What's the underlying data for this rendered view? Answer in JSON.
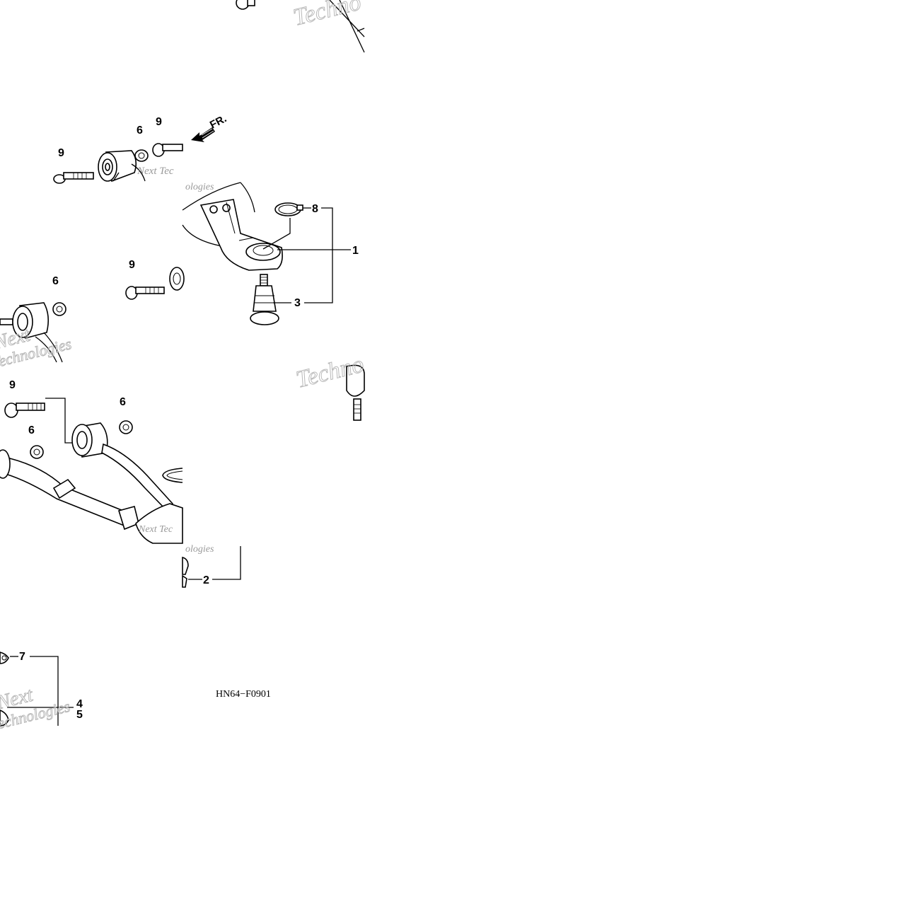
{
  "diagram": {
    "drawing_code": "HN64−F0901",
    "direction_label": "FR.",
    "callouts": {
      "c1": "1",
      "c2": "2",
      "c3": "3",
      "c4": "4",
      "c5": "5",
      "c6": "6",
      "c7": "7",
      "c8": "8",
      "c9": "9"
    },
    "watermark": {
      "line1": "Next",
      "line2": "Technologies",
      "fragment_a": "Techno",
      "fragment_b": "Next Tec",
      "fragment_c": "ologies"
    }
  }
}
